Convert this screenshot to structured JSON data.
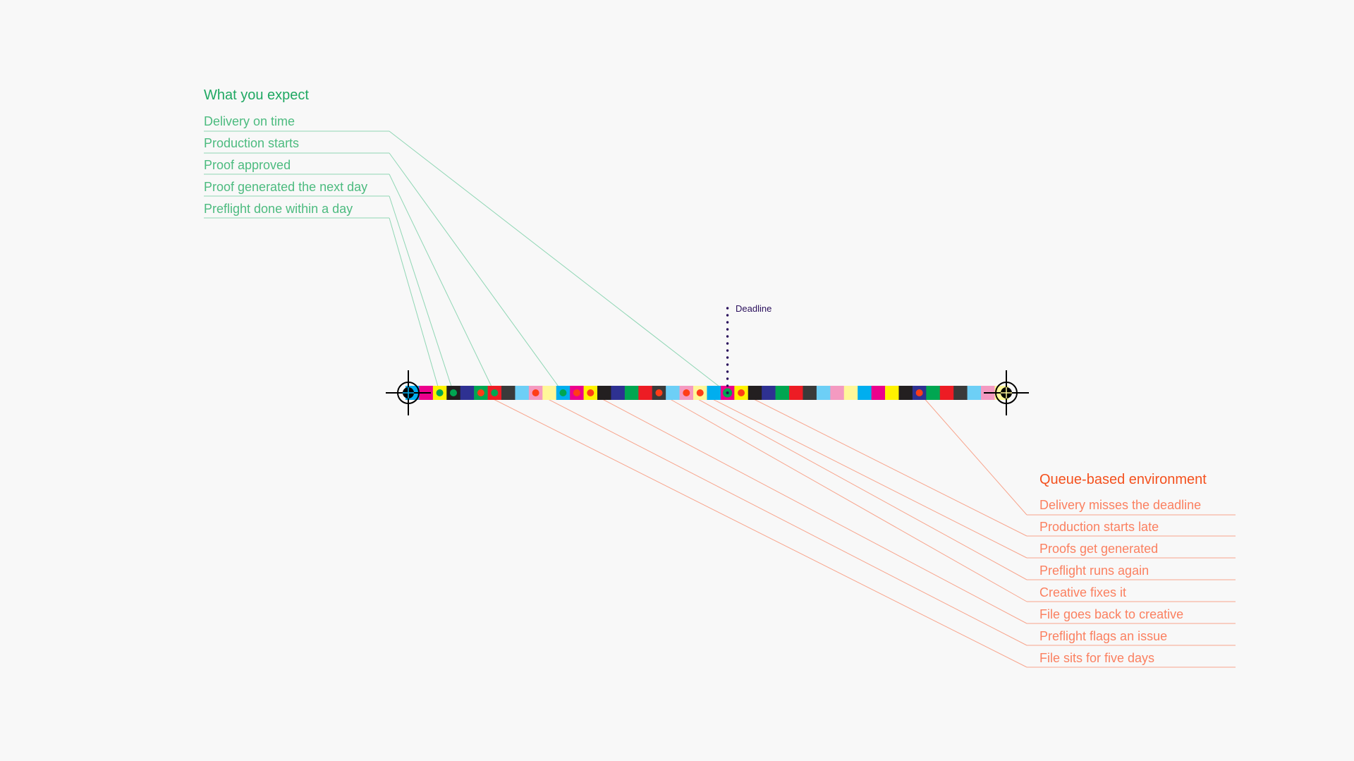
{
  "left": {
    "title": "What you expect",
    "items": [
      "Delivery on time",
      "Production starts",
      "Proof approved",
      "Proof generated the next day",
      "Preflight done within a day"
    ],
    "targets": [
      23,
      11,
      6,
      3,
      2
    ]
  },
  "right": {
    "title": "Queue-based environment",
    "items": [
      "Delivery misses the deadline",
      "Production starts late",
      "Proofs get generated",
      "Preflight runs again",
      "Creative fixes it",
      "File goes back to creative",
      "Preflight flags an issue",
      "File sits for five days"
    ],
    "targets": [
      37,
      24,
      21,
      20,
      18,
      13,
      9,
      5
    ]
  },
  "deadline": {
    "label": "Deadline",
    "square": 23
  },
  "colors": {
    "left_text": "#4cbb7f",
    "left_line": "#8fd6b4",
    "right_text": "#fb8060",
    "right_line": "#f8a58d",
    "dot_green": "#00a651",
    "dot_red": "#ff3d17",
    "deadline": "#2a0f5c",
    "palette": [
      "#00aeef",
      "#ec008c",
      "#fff200",
      "#231f20",
      "#2e3192",
      "#00a651",
      "#ed1c24",
      "#3a3a3a",
      "#6dcff6",
      "#f49ac1",
      "#fff799"
    ]
  },
  "bar": {
    "cycles": 4,
    "dots": {
      "2": "green",
      "3": "green",
      "5": "red",
      "6": "green",
      "9": "red",
      "11": "green",
      "12": "red",
      "13": "red",
      "18": "red",
      "20": "red",
      "21": "red",
      "23": "green",
      "24": "red",
      "37": "red"
    }
  }
}
